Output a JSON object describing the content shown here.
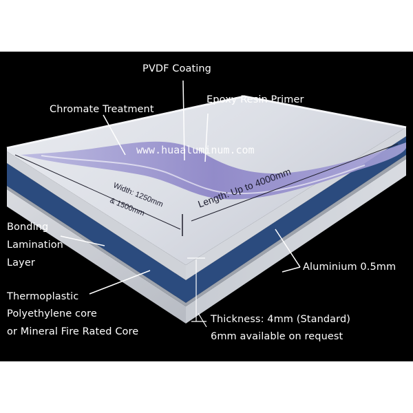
{
  "watermark": "www.huaaluminum.com",
  "labels": {
    "pvdf_coating": "PVDF Coating",
    "epoxy_primer": "Epoxy Resin Primer",
    "chromate_treatment": "Chromate Treatment",
    "bonding_line1": "Bonding",
    "bonding_line2": "Lamination",
    "bonding_line3": "Layer",
    "aluminium": "Aluminium 0.5mm",
    "core_line1": "Thermoplastic",
    "core_line2": "Polyethylene core",
    "core_line3": "or Mineral Fire Rated Core",
    "thickness_line1": "Thickness: 4mm (Standard)",
    "thickness_line2": "6mm available on request"
  },
  "dimensions": {
    "width_line1": "Width: 1250mm",
    "width_line2": "& 1500mm",
    "length": "Length: Up to 4000mm"
  },
  "colors": {
    "background": "#000000",
    "core_blue": "#2a4a7c",
    "skin_grey": "#c8ccd2",
    "coating_purple": "#8f86c8",
    "label_text": "#ffffff"
  }
}
